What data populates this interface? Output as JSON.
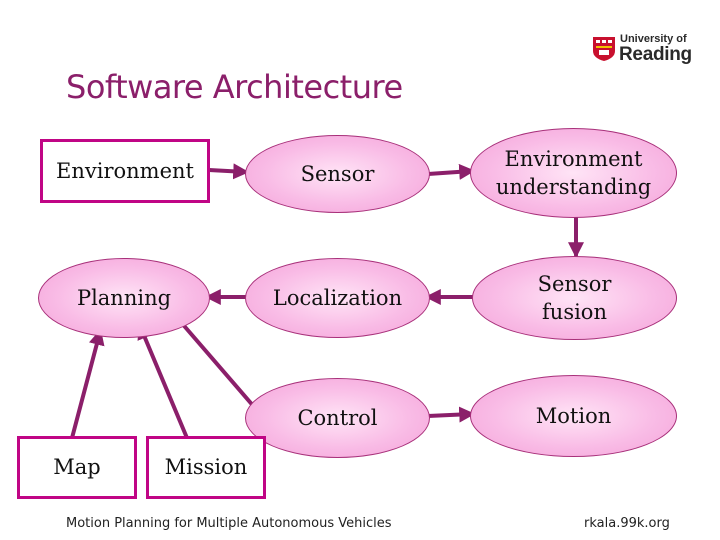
{
  "header": {
    "title": "Software Architecture",
    "logo": {
      "line1": "University of",
      "line2": "Reading"
    }
  },
  "diagram": {
    "nodes": {
      "environment": "Environment",
      "sensor": "Sensor",
      "environment_understanding": "Environment\nunderstanding",
      "planning": "Planning",
      "localization": "Localization",
      "sensor_fusion": "Sensor\nfusion",
      "control": "Control",
      "motion": "Motion",
      "map": "Map",
      "mission": "Mission"
    },
    "edges": [
      {
        "from": "Environment",
        "to": "Sensor"
      },
      {
        "from": "Sensor",
        "to": "Environment understanding"
      },
      {
        "from": "Environment understanding",
        "to": "Sensor fusion"
      },
      {
        "from": "Sensor fusion",
        "to": "Localization"
      },
      {
        "from": "Localization",
        "to": "Planning"
      },
      {
        "from": "Map",
        "to": "Planning"
      },
      {
        "from": "Mission",
        "to": "Planning"
      },
      {
        "from": "Planning",
        "to": "Control"
      },
      {
        "from": "Control",
        "to": "Motion"
      }
    ],
    "colors": {
      "box_border": "#c00585",
      "ellipse_fill": "#f9bce6",
      "arrow": "#8b1f6a"
    }
  },
  "footer": {
    "left": "Motion Planning for Multiple Autonomous Vehicles",
    "right": "rkala.99k.org"
  }
}
